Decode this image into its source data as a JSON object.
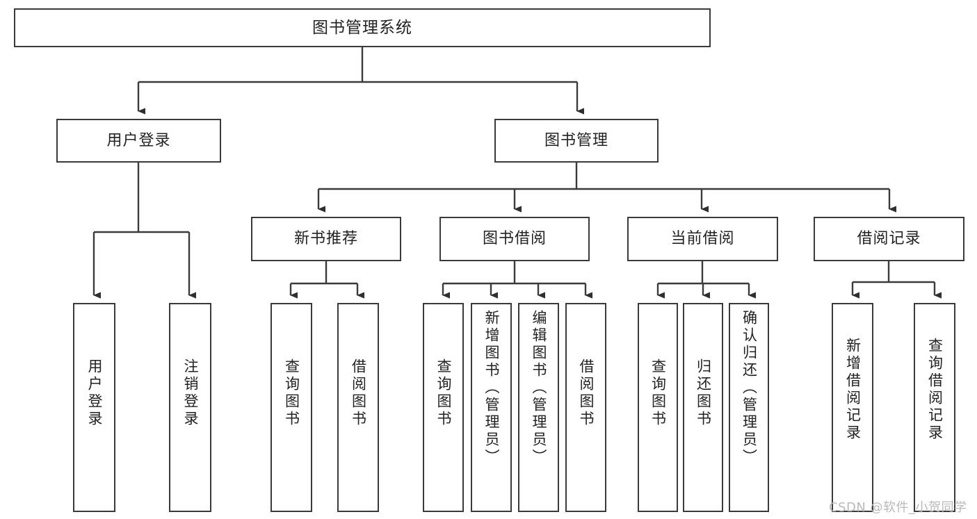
{
  "diagram": {
    "title": "图书管理系统",
    "type": "functional-structure-tree",
    "watermark": "CSDN @软件_小贺同学",
    "colors": {
      "stroke": "#3a3a3a",
      "text": "#222222",
      "background": "#ffffff",
      "watermark": "#b9b9b9"
    },
    "root": {
      "label": "图书管理系统"
    },
    "level2": [
      {
        "label": "用户登录"
      },
      {
        "label": "图书管理"
      }
    ],
    "level3": [
      {
        "label": "新书推荐"
      },
      {
        "label": "图书借阅"
      },
      {
        "label": "当前借阅"
      },
      {
        "label": "借阅记录"
      }
    ],
    "leaves": {
      "user_login": [
        {
          "label": "用户登录"
        },
        {
          "label": "注销登录"
        }
      ],
      "new_book_recommend": [
        {
          "label": "查询图书"
        },
        {
          "label": "借阅图书"
        }
      ],
      "book_borrow": [
        {
          "label": "查询图书"
        },
        {
          "label": "新增图书（管理员）"
        },
        {
          "label": "编辑图书（管理员）"
        },
        {
          "label": "借阅图书"
        }
      ],
      "current_borrow": [
        {
          "label": "查询图书"
        },
        {
          "label": "归还图书"
        },
        {
          "label": "确认归还（管理员）"
        }
      ],
      "borrow_record": [
        {
          "label": "新增借阅记录"
        },
        {
          "label": "查询借阅记录"
        }
      ]
    }
  }
}
